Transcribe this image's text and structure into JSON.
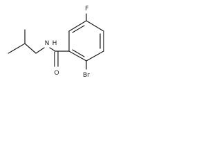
{
  "molecule": {
    "labels": {
      "fluorine": "F",
      "amine_nitrogen": "N",
      "amine_hydrogen": "H",
      "carbonyl_oxygen": "O",
      "bromine": "Br"
    }
  }
}
